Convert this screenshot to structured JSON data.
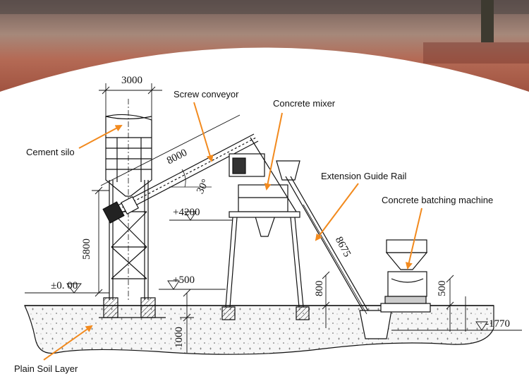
{
  "labels": {
    "cement_silo": "Cement silo",
    "screw_conveyor": "Screw conveyor",
    "concrete_mixer": "Concrete mixer",
    "extension_guide_rail": "Extension Guide Rail",
    "concrete_batching_machine": "Concrete batching machine",
    "plain_soil_layer": "Plain Soil Layer"
  },
  "dimensions": {
    "silo_width": "3000",
    "conveyor_length": "8000",
    "conveyor_angle": "30°",
    "elevation_4200": "+4200",
    "silo_height": "5800",
    "ground_level": "±0. 00",
    "elevation_500": "+500",
    "foundation_depth": "1000",
    "mixer_leg_800": "800",
    "guide_rail_length": "8675",
    "batcher_500": "500",
    "pit_depth": "-1770"
  },
  "colors": {
    "ink": "#111111",
    "arrow": "#f28a1e",
    "soil_fill": "#f4f4f4",
    "photo_sky": "#8b6a5e",
    "photo_ground": "#a35a45"
  }
}
